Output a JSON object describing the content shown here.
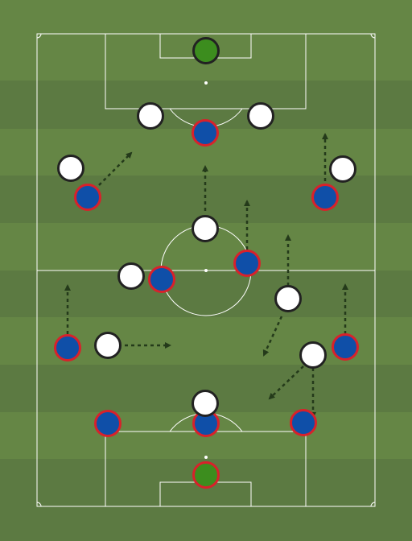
{
  "pitch": {
    "colors": {
      "grass_light": "#658645",
      "grass_dark": "#5c7a42",
      "lines": "#ffffff",
      "arrow": "#243a1a"
    }
  },
  "teams": {
    "blue": {
      "fill": "#0f4fa8",
      "stroke": "#d8212b",
      "gk_fill": "#3c8d1e"
    },
    "white": {
      "fill": "#ffffff",
      "stroke": "#222222",
      "gk_fill": "#3c8d1e"
    }
  },
  "players": [
    {
      "id": "white-gk",
      "team": "white",
      "gk": true
    },
    {
      "id": "white-1",
      "team": "white"
    },
    {
      "id": "white-2",
      "team": "white"
    },
    {
      "id": "white-3",
      "team": "white"
    },
    {
      "id": "white-4",
      "team": "white"
    },
    {
      "id": "white-5",
      "team": "white"
    },
    {
      "id": "white-6",
      "team": "white"
    },
    {
      "id": "white-7",
      "team": "white"
    },
    {
      "id": "white-8",
      "team": "white"
    },
    {
      "id": "white-9",
      "team": "white"
    },
    {
      "id": "white-10",
      "team": "white"
    },
    {
      "id": "blue-gk",
      "team": "blue",
      "gk": true
    },
    {
      "id": "blue-1",
      "team": "blue"
    },
    {
      "id": "blue-2",
      "team": "blue"
    },
    {
      "id": "blue-3",
      "team": "blue"
    },
    {
      "id": "blue-4",
      "team": "blue"
    },
    {
      "id": "blue-5",
      "team": "blue"
    },
    {
      "id": "blue-6",
      "team": "blue"
    },
    {
      "id": "blue-7",
      "team": "blue"
    },
    {
      "id": "blue-8",
      "team": "blue"
    },
    {
      "id": "blue-9",
      "team": "blue"
    },
    {
      "id": "blue-10",
      "team": "blue"
    }
  ],
  "arrows": [
    {
      "id": "arrow-1"
    },
    {
      "id": "arrow-2"
    },
    {
      "id": "arrow-3"
    },
    {
      "id": "arrow-4"
    },
    {
      "id": "arrow-5"
    },
    {
      "id": "arrow-6"
    },
    {
      "id": "arrow-7"
    },
    {
      "id": "arrow-8"
    },
    {
      "id": "arrow-9"
    },
    {
      "id": "arrow-10"
    },
    {
      "id": "arrow-11"
    }
  ]
}
